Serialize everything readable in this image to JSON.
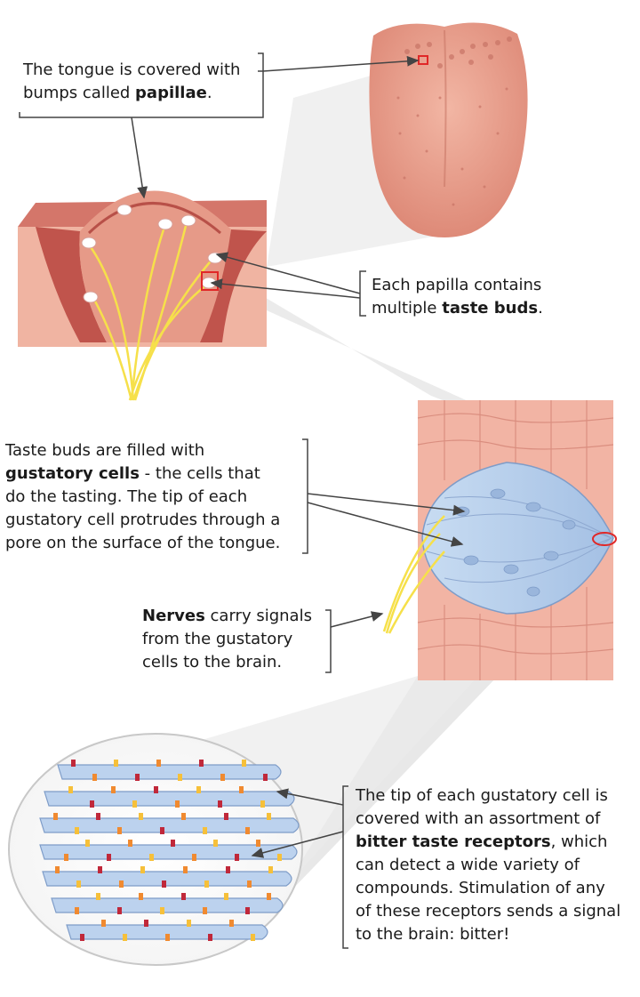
{
  "captions": {
    "papillae": {
      "line1": "The tongue is covered with",
      "line2_pre": "bumps called ",
      "line2_bold": "papillae",
      "line2_post": "."
    },
    "taste_buds": {
      "line1": "Each papilla contains",
      "line2_pre": "multiple ",
      "line2_bold": "taste buds",
      "line2_post": "."
    },
    "gustatory": {
      "line1": "Taste buds are filled with",
      "line2_bold": "gustatory cells",
      "line2_post": " - the cells that",
      "line3": "do the tasting. The tip of each",
      "line4": "gustatory cell protrudes through a",
      "line5": "pore on the surface of the tongue."
    },
    "nerves": {
      "line1_bold": "Nerves",
      "line1_post": " carry signals",
      "line2": "from the gustatory",
      "line3": "cells to the brain."
    },
    "receptors": {
      "line1": "The tip of each gustatory cell is",
      "line2": "covered with an assortment of",
      "line3_bold": "bitter taste receptors",
      "line3_post": ", which",
      "line4": "can detect a wide variety of",
      "line5": "compounds. Stimulation of any",
      "line6": "of these receptors sends a signal",
      "line7": "to the brain: bitter!"
    }
  },
  "colors": {
    "tongue": "#e8a090",
    "tissue_light": "#f2b8a8",
    "tissue_dark": "#c8605a",
    "taste_bud": "#b8d0ec",
    "nerve": "#f6e04a",
    "receptor_red": "#c0283a",
    "receptor_orange": "#f08a30",
    "receptor_yellow": "#f6c03a",
    "highlight_box": "#e02828",
    "projection_gray": "#e4e4e4"
  }
}
